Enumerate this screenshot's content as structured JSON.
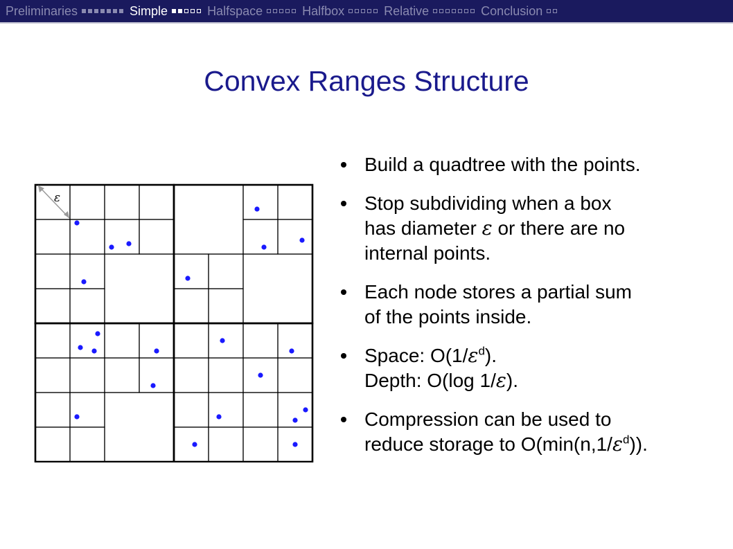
{
  "nav": {
    "sections": [
      {
        "label": "Preliminaries",
        "dots": "fffffff",
        "active": false
      },
      {
        "label": "Simple",
        "dots": "ffeee",
        "active": true
      },
      {
        "label": "Halfspace",
        "dots": "eeeee",
        "active": false
      },
      {
        "label": "Halfbox",
        "dots": "eeeee",
        "active": false
      },
      {
        "label": "Relative",
        "dots": "eeeeeee",
        "active": false
      },
      {
        "label": "Conclusion",
        "dots": "ee",
        "active": false
      }
    ]
  },
  "slide": {
    "title": "Convex Ranges Structure"
  },
  "figure": {
    "epsilon_label": "ε"
  },
  "bullets": [
    {
      "lines": [
        "Build a quadtree with the points."
      ]
    },
    {
      "lines": [
        "Stop subdividing when a box",
        "has diameter \u0000ε or there are no",
        "internal points."
      ]
    },
    {
      "lines": [
        "Each node stores a partial sum",
        "of the points inside."
      ]
    },
    {
      "lines": [
        "Space: O(1/εd).",
        "Depth: O(log 1/ε)."
      ]
    },
    {
      "lines": [
        "Compression can be used to",
        "reduce storage to O(min(n,1/εd))."
      ]
    }
  ],
  "text": {
    "b1l1": "Build a quadtree with the points.",
    "b2l1": "Stop subdividing when a box",
    "b2l2_pre": "has diameter ",
    "b2l2_sym": "",
    "b2l2_eps": "ε",
    "b2l2_post": " or there are no",
    "b2l3": "internal points.",
    "b3l1": "Each node stores a partial sum",
    "b3l2": "of the points inside.",
    "b4l1_pre": "Space: O(1/",
    "b4l1_eps": "ε",
    "b4l1_sup": "d",
    "b4l1_post": ").",
    "b4l2_pre": "Depth: O(log 1/",
    "b4l2_eps": "ε",
    "b4l2_post": ").",
    "b5l1": "Compression can be used to",
    "b5l2_pre": "reduce storage to O(min(n,1/",
    "b5l2_eps": "ε",
    "b5l2_sup": "d",
    "b5l2_post": "))."
  },
  "colors": {
    "navbar_bg": "#1a1a5e",
    "title": "#1a1a8c",
    "point": "#1a1aff"
  }
}
